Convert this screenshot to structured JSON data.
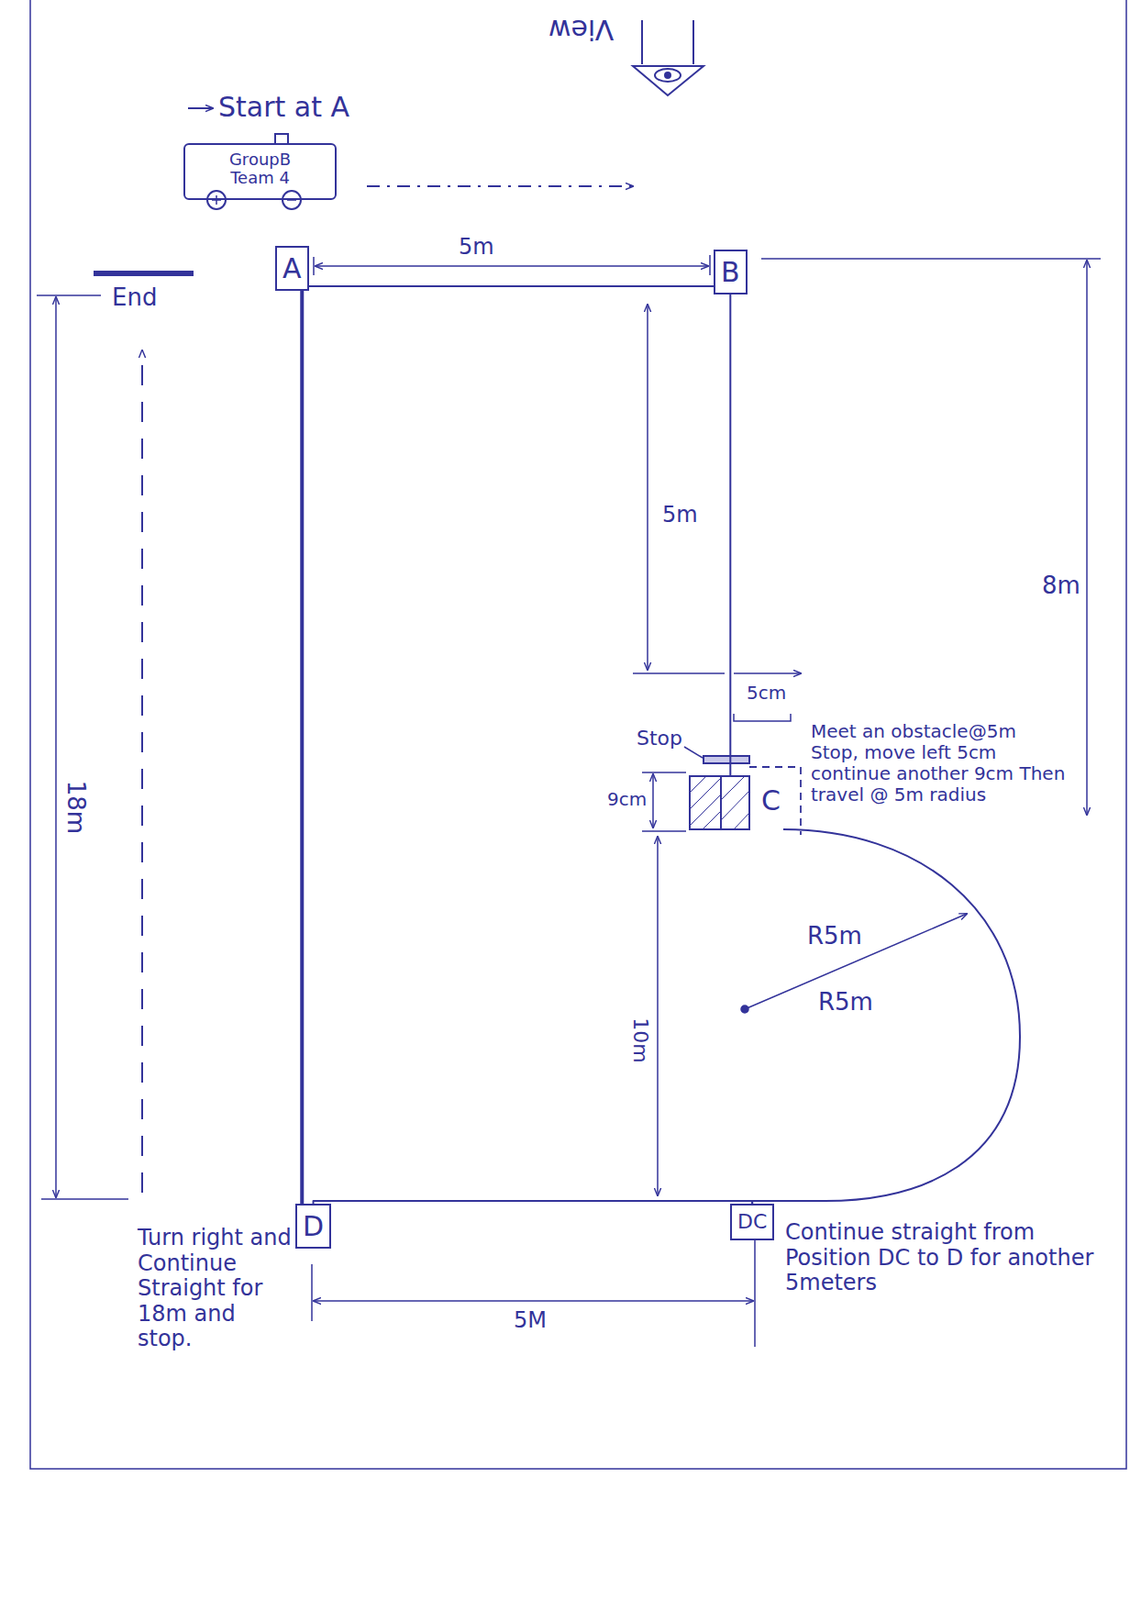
{
  "diagram": {
    "nodes": [
      {
        "text": [
          "GroupB Team 4"
        ]
      },
      {
        "text": [
          "A"
        ]
      },
      {
        "text": [
          "B"
        ]
      },
      {
        "text": [
          "C"
        ]
      },
      {
        "text": [
          "D"
        ]
      },
      {
        "text": [
          "DC"
        ]
      }
    ],
    "edges": [
      {
        "from": 1,
        "to": 2,
        "arrow": "none"
      },
      {
        "from": 2,
        "to": 3,
        "arrow": "none"
      },
      {
        "from": 3,
        "to": 5,
        "arrow": "none"
      },
      {
        "from": 5,
        "to": 4,
        "arrow": "none"
      },
      {
        "from": 4,
        "to": 1,
        "arrow": "none"
      }
    ],
    "labels": [
      "View",
      "Start at A",
      "End",
      "5m",
      "18m",
      "5m",
      "8m",
      "5cm",
      "Stop",
      "Meet an obstacle@5m Stop, move left 5cm continue another 9cm Then travel @ 5m radius",
      "9cm",
      "R5m",
      "R5m",
      "10m",
      "5M",
      "Continue straight from Position DC to D for another 5meters",
      "Turn right and Continue Straight for 18m and stop."
    ]
  }
}
